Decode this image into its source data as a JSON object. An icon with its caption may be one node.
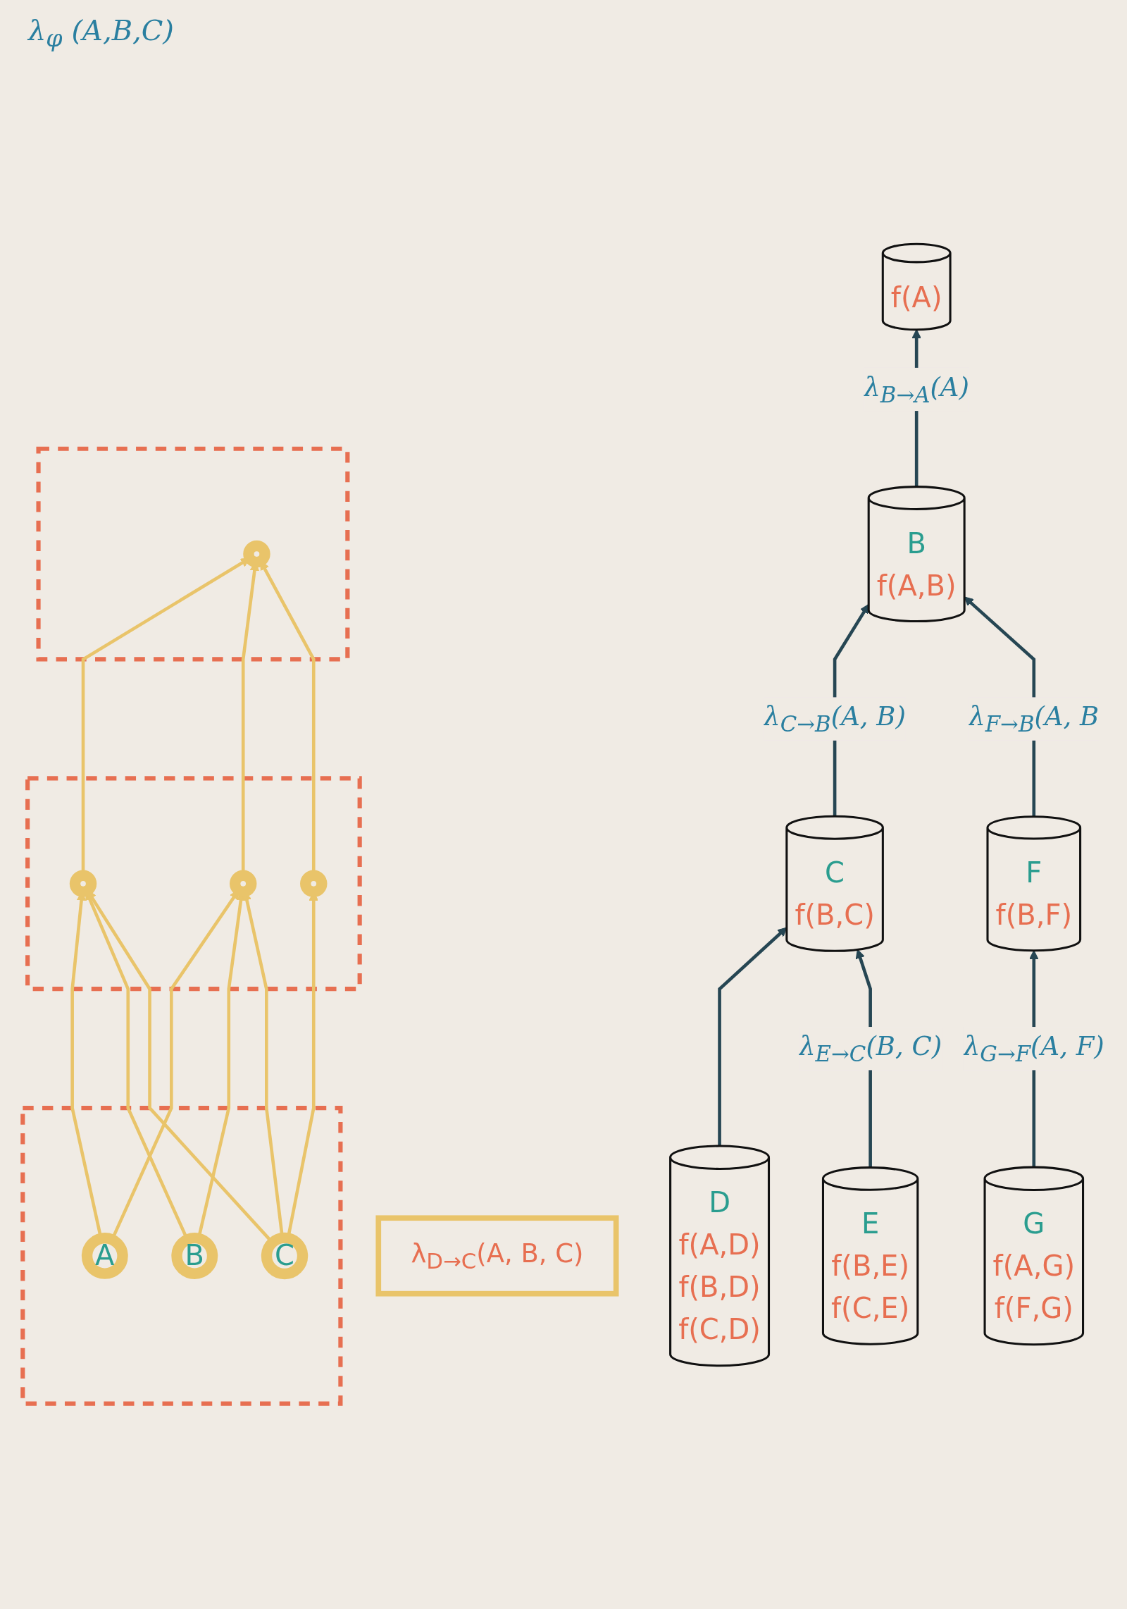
{
  "diagram": {
    "nodes": [
      {
        "text": [
          "f(A)"
        ]
      },
      {
        "text": [
          "B",
          "f(A,B)"
        ]
      },
      {
        "text": [
          "C",
          "f(B,C)"
        ]
      },
      {
        "text": [
          "λ$_{D→C}$(A, B, C)"
        ]
      },
      {
        "text": [
          "E",
          "f(B,E)",
          "f(C,E)"
        ]
      },
      {
        "text": [
          "D",
          "f(A,D)",
          "f(B,D)",
          "f(C,D)"
        ]
      },
      {
        "text": [
          "F",
          "f(B,F)"
        ]
      },
      {
        "text": [],
        "shape": "box"
      },
      {
        "text": [
          "A"
        ],
        "in": 7
      },
      {
        "text": [
          "B"
        ],
        "in": 7
      },
      {
        "text": [
          "C"
        ],
        "in": 7
      },
      {
        "text": [],
        "shape": "box"
      },
      {
        "text": [],
        "shape": "circle",
        "in": 11
      },
      {
        "text": [],
        "shape": "circle",
        "in": 11
      },
      {
        "text": [],
        "shape": "circle",
        "in": 11
      },
      {
        "text": [],
        "shape": "box"
      },
      {
        "text": [],
        "shape": "circle",
        "in": 15
      },
      {
        "text": [
          "G",
          "f(A,G)",
          "f(F,G)"
        ]
      }
    ],
    "edges": [
      {
        "from": 1,
        "to": 0,
        "arrow": "to",
        "label": "λ$_{B→A}$(A)",
        "color": "#264653"
      },
      {
        "from": 2,
        "to": 1,
        "arrow": "to",
        "label": "λ$_{C→B}$(A, B)",
        "color": "#264653"
      },
      {
        "from": 5,
        "to": 2,
        "arrow": "to",
        "color": "#264653"
      },
      {
        "from": 4,
        "to": 2,
        "arrow": "to",
        "label": "λ$_{E→C}$(B, C)",
        "color": "#264653"
      },
      {
        "from": 6,
        "to": 1,
        "arrow": "to",
        "label": "λ$_{F→B}$(A, B",
        "color": "#264653"
      },
      {
        "from": 17,
        "to": 6,
        "arrow": "to",
        "label": "λ$_{G→F}$(A, F)",
        "color": "#264653"
      },
      {
        "from": 8,
        "to": 12,
        "arrow": "to"
      },
      {
        "from": 8,
        "to": 13,
        "arrow": "to"
      },
      {
        "from": 9,
        "to": 12,
        "arrow": "to"
      },
      {
        "from": 9,
        "to": 13,
        "arrow": "to"
      },
      {
        "from": 10,
        "to": 12,
        "arrow": "to"
      },
      {
        "from": 10,
        "to": 13,
        "arrow": "to"
      },
      {
        "from": 10,
        "to": 14,
        "arrow": "to"
      },
      {
        "from": 12,
        "to": 16,
        "arrow": "to"
      },
      {
        "from": 13,
        "to": 16,
        "arrow": "to"
      },
      {
        "from": 14,
        "to": 16,
        "arrow": "to"
      }
    ],
    "labels": [
      "λ$_{φ}$ (A,B,C)"
    ]
  }
}
